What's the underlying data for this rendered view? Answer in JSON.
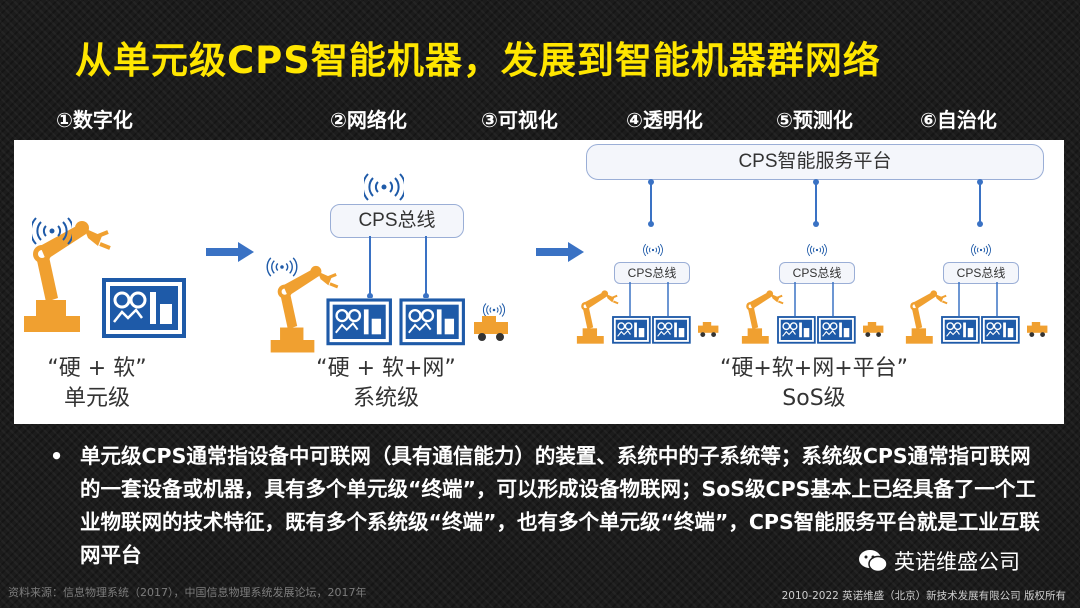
{
  "title": "从单元级CPS智能机器，发展到智能机器群网络",
  "stages": [
    "①数字化",
    "②网络化",
    "③可视化",
    "④透明化",
    "⑤预测化",
    "⑥自治化"
  ],
  "unit": {
    "line1": "“硬 + 软”",
    "line2": "单元级"
  },
  "system": {
    "line1": "“硬 + 软+网”",
    "line2": "系统级",
    "bus": "CPS总线"
  },
  "sos": {
    "line1": "“硬+软+网+平台”",
    "line2": "SoS级",
    "platform": "CPS智能服务平台",
    "bus": "CPS总线"
  },
  "bullet": "单元级CPS通常指设备中可联网（具有通信能力）的装置、系统中的子系统等；系统级CPS通常指可联网的一套设备或机器，具有多个单元级“终端”，可以形成设备物联网；SoS级CPS基本上已经具备了一个工业物联网的技术特征，既有多个系统级“终端”，也有多个单元级“终端”，CPS智能服务平台就是工业互联网平台",
  "source": "资料来源：信息物理系统（2017），中国信息物理系统发展论坛，2017年",
  "copyright": "2010-2022 英诺维盛（北京）新技术发展有限公司    版权所有",
  "wechat_name": "英诺维盛公司",
  "colors": {
    "title": "#ffe600",
    "robot": "#f0a030",
    "screen": "#1e5aa8",
    "arrow": "#3a72c4"
  }
}
